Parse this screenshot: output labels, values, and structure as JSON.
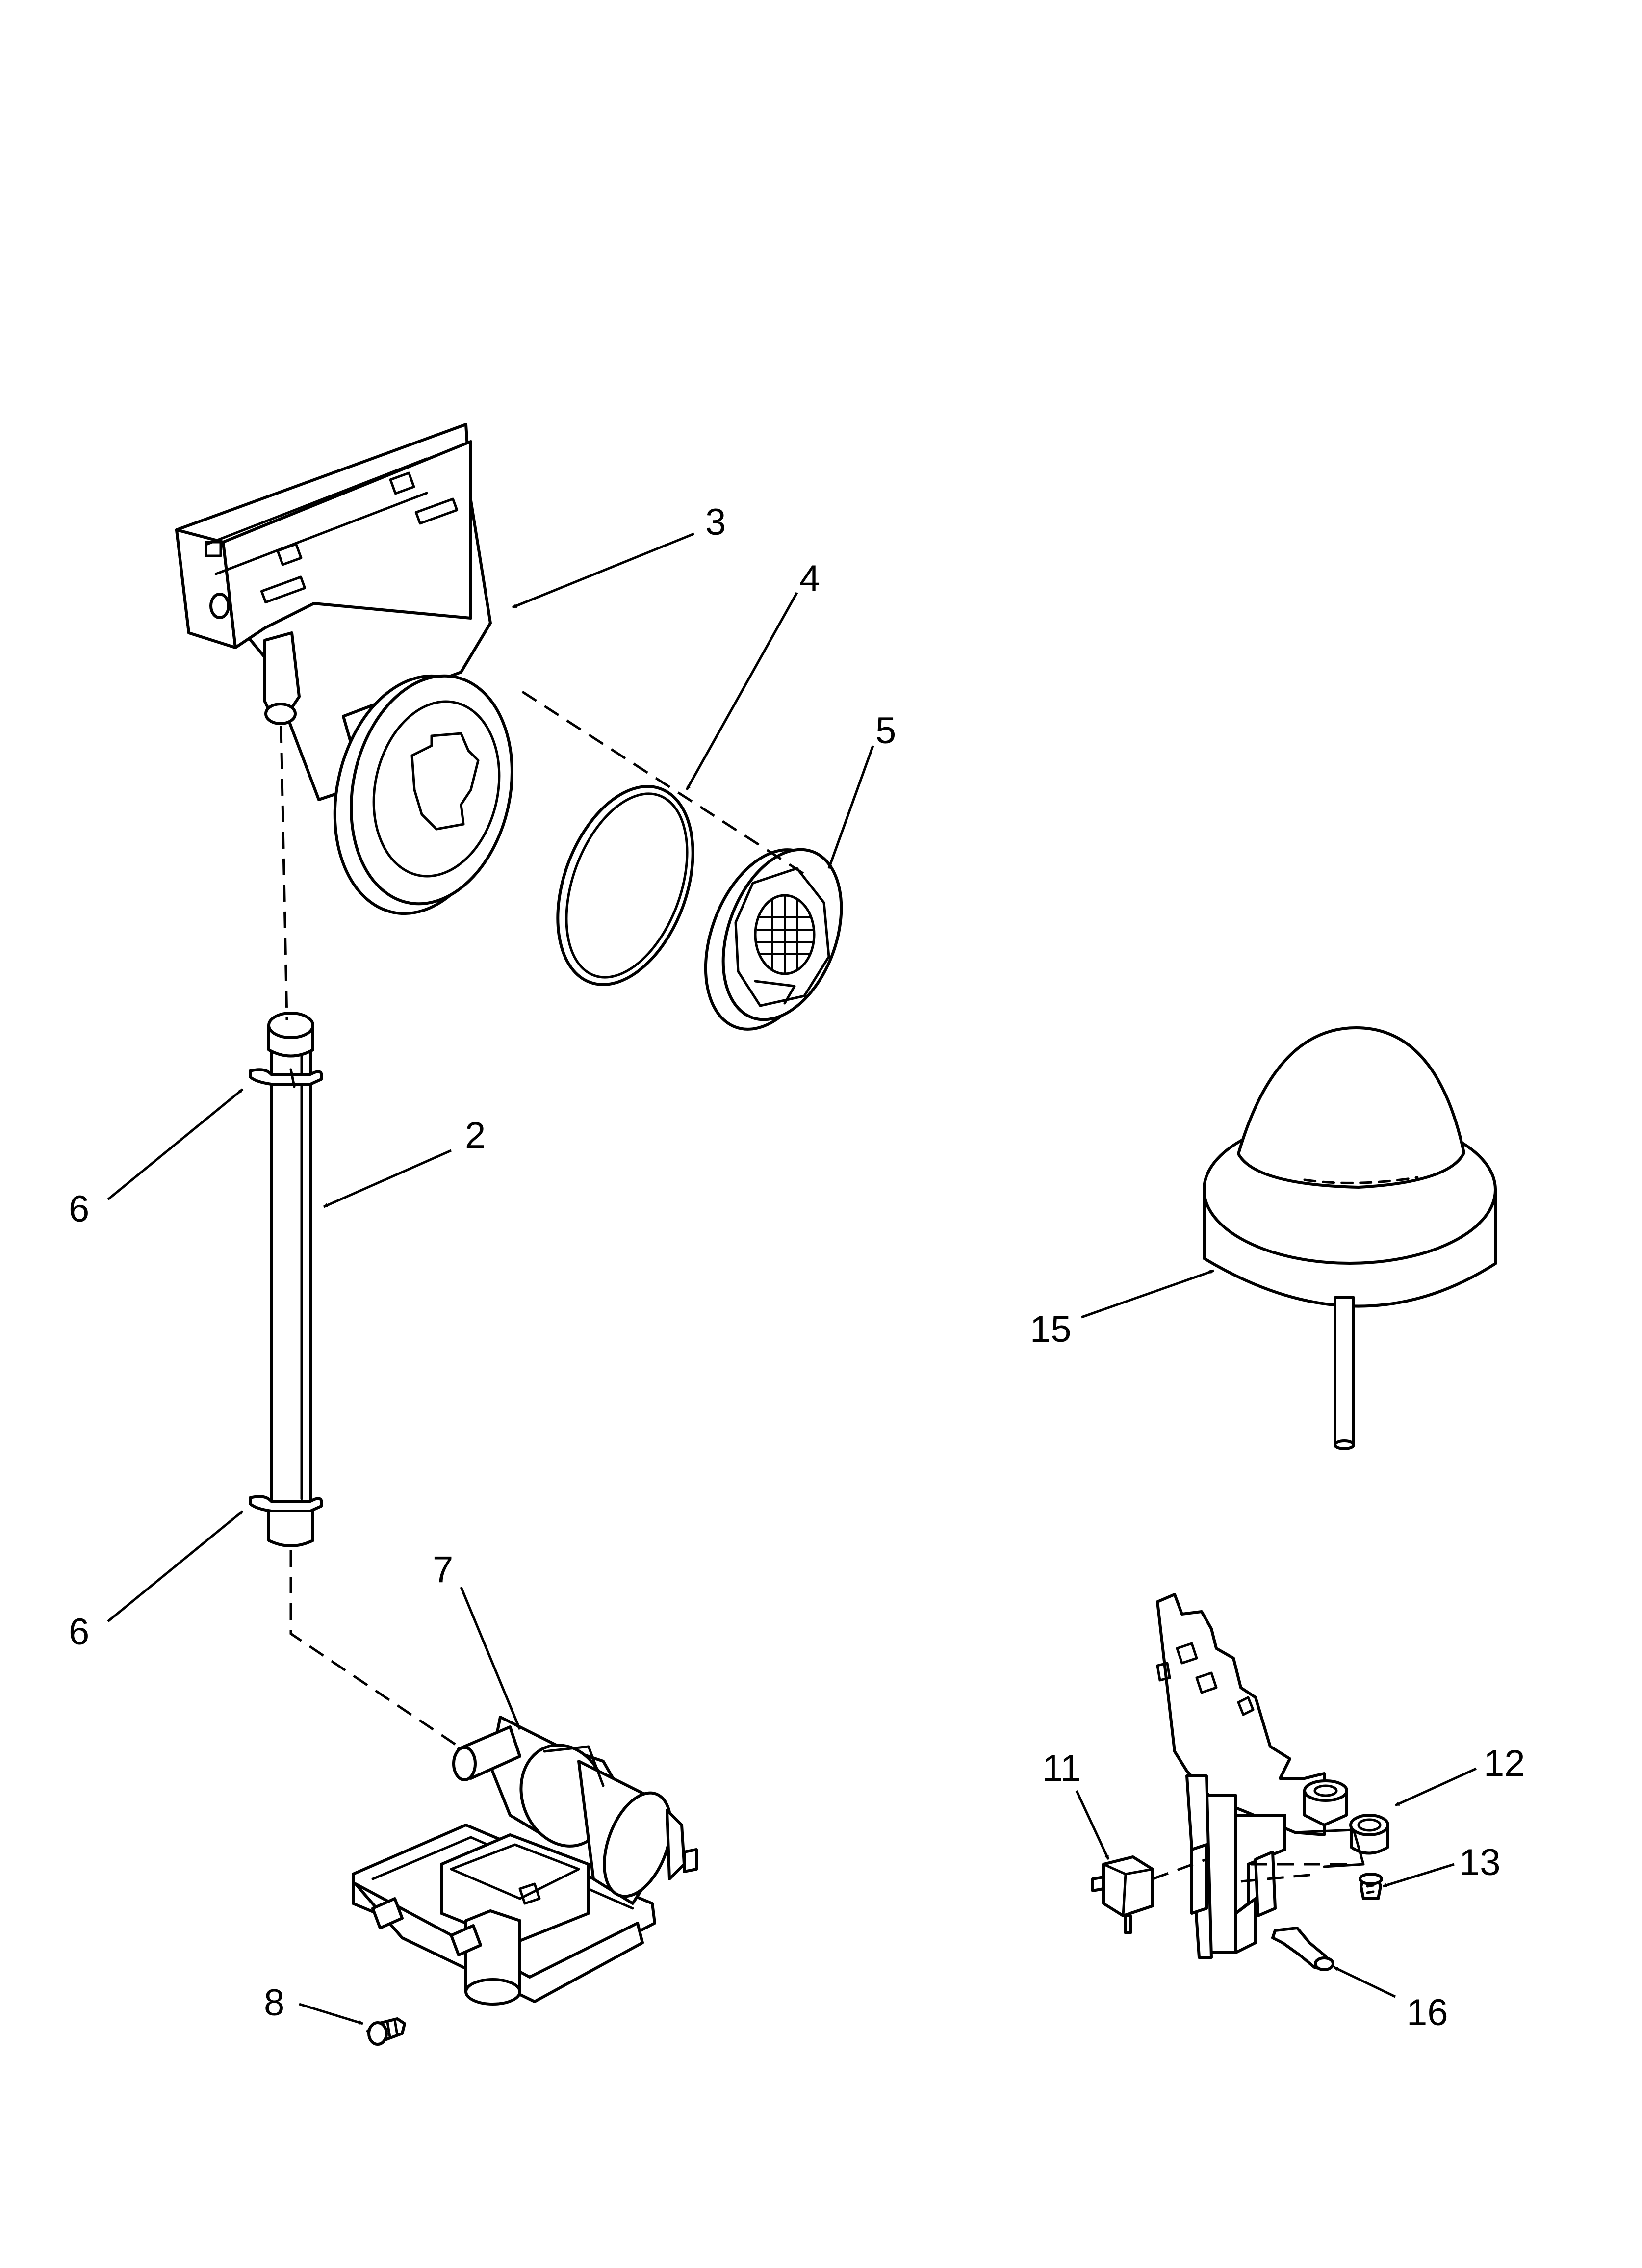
{
  "colors": {
    "line": "#000000",
    "background": "#ffffff"
  },
  "callouts": {
    "c2": "2",
    "c3": "3",
    "c4": "4",
    "c5": "5",
    "c6a": "6",
    "c6b": "6",
    "c7": "7",
    "c8": "8",
    "c11": "11",
    "c12": "12",
    "c13": "13",
    "c15": "15",
    "c16": "16"
  }
}
